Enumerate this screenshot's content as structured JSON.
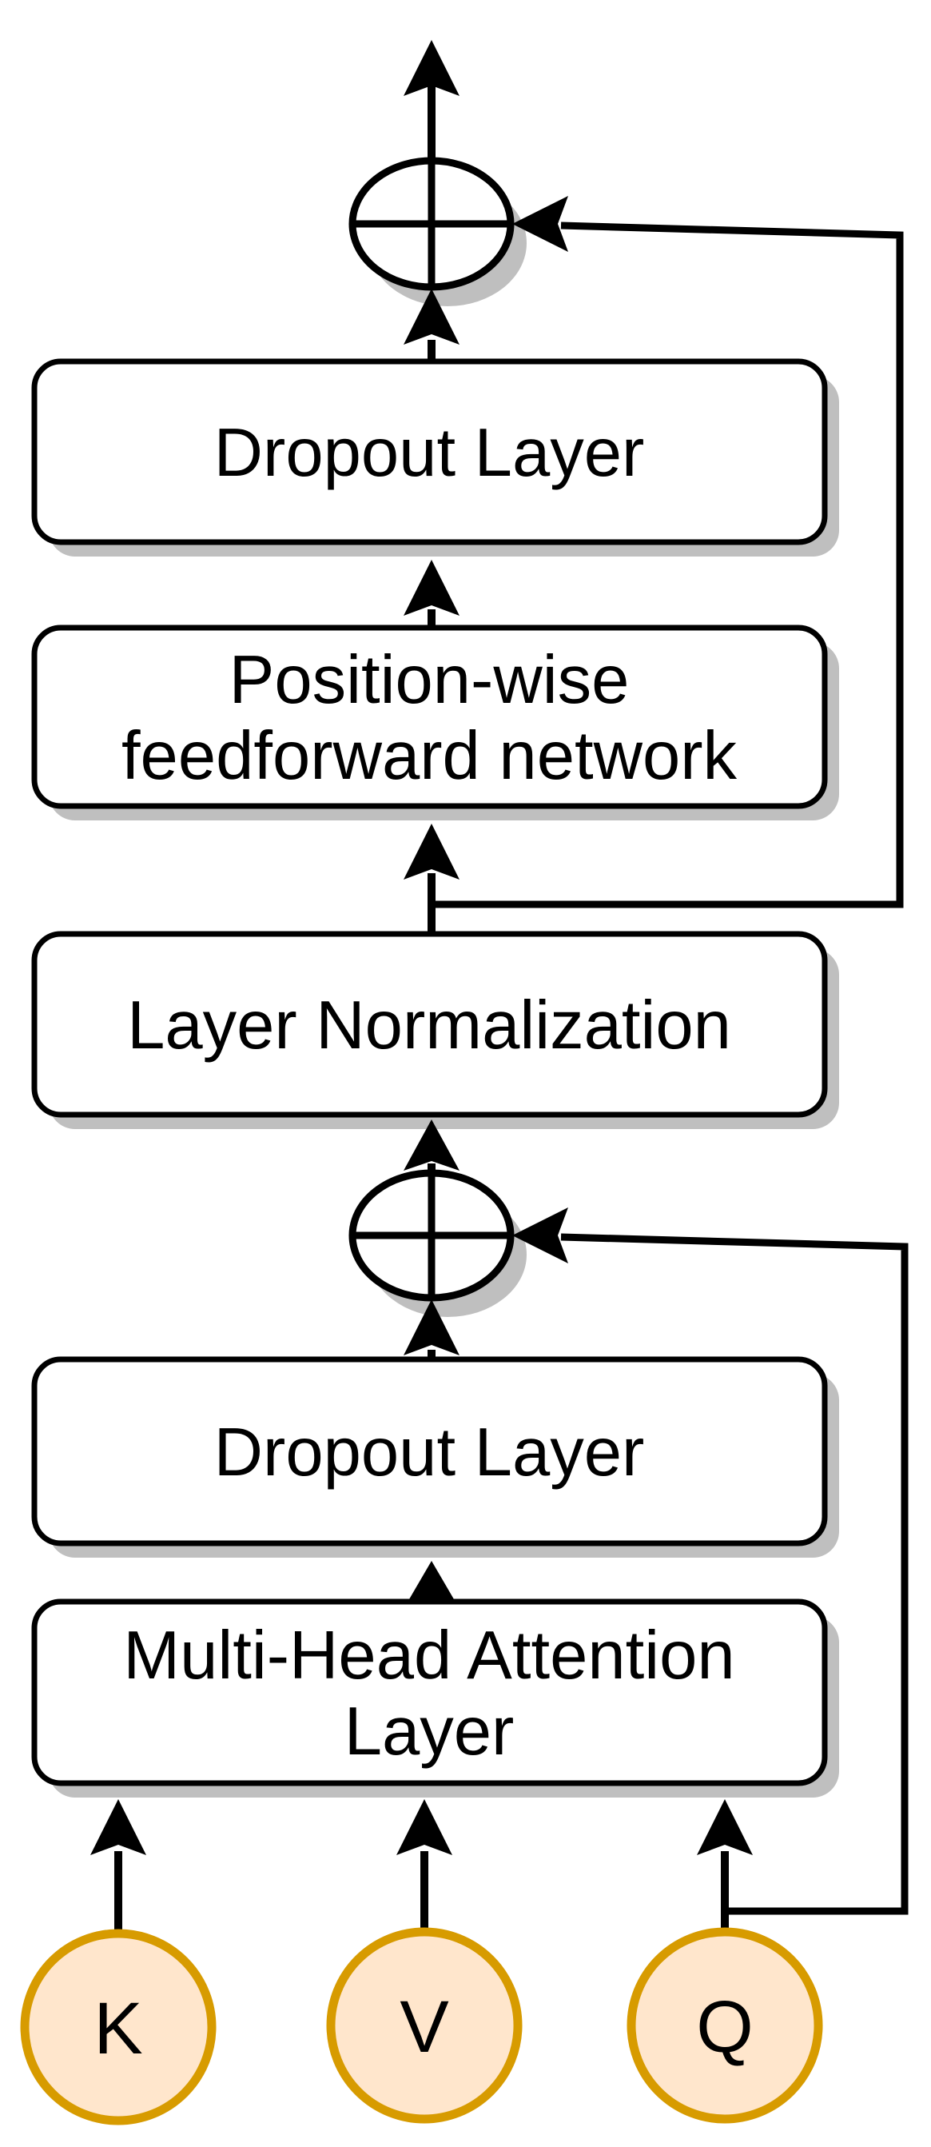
{
  "diagram_type": "transformer-attention-block-flowchart",
  "colors": {
    "background": "#FFFFFF",
    "box_fill": "#FFFFFF",
    "box_stroke": "#000000",
    "line": "#000000",
    "shadow": "#BFBFBF",
    "input_fill": "#FFE6CC",
    "input_stroke": "#D79B00"
  },
  "nodes": {
    "dropout_top": {
      "label": "Dropout Layer"
    },
    "ffn": {
      "line1": "Position-wise",
      "line2": "feedforward network"
    },
    "layer_norm": {
      "label": "Layer Normalization"
    },
    "dropout_bottom": {
      "label": "Dropout Layer"
    },
    "mha": {
      "line1": "Multi-Head Attention",
      "line2": "Layer"
    },
    "input_k": {
      "label": "K"
    },
    "input_v": {
      "label": "V"
    },
    "input_q": {
      "label": "Q"
    },
    "add_symbol": "⊕"
  }
}
